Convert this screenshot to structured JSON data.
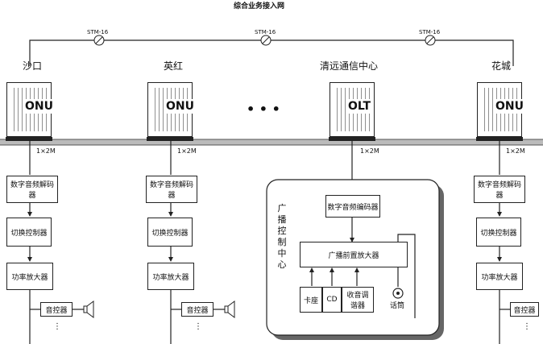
{
  "title": "综合业务接入网",
  "stm_label": "STM-16",
  "nodes": [
    {
      "name": "沙口",
      "device": "ONU"
    },
    {
      "name": "英红",
      "device": "ONU"
    },
    {
      "name": "清远通信中心",
      "device": "OLT"
    },
    {
      "name": "花城",
      "device": "ONU"
    }
  ],
  "ellipsis": "• • •",
  "link_rate": "1×2M",
  "onu_chain": {
    "decoder": "数字音频解码器",
    "switch": "切换控制器",
    "amp": "功率放大器",
    "volume": "音控器",
    "more": "⋮"
  },
  "center": {
    "title": "广播控制中心",
    "encoder": "数字音频编码器",
    "preamp": "广播前置放大器",
    "sources": [
      "卡座",
      "CD",
      "收音调谐器"
    ],
    "mic": "话筒"
  }
}
